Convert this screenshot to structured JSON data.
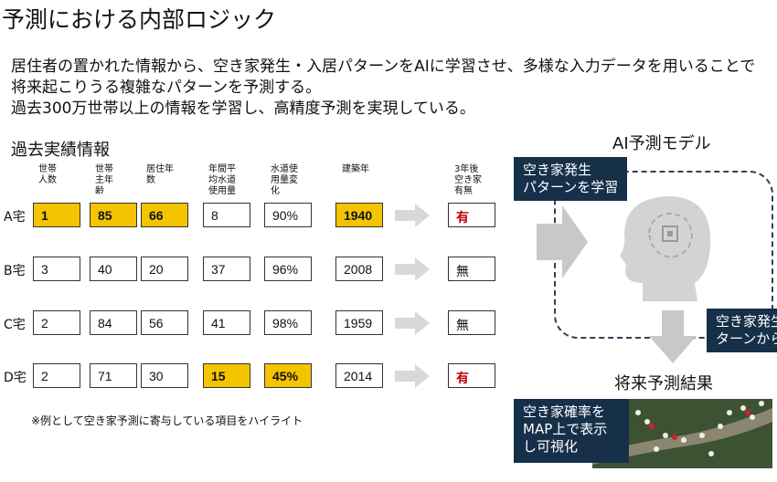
{
  "title": "予測における内部ロジック",
  "intro": [
    "居住者の置かれた情報から、空き家発生・入居パターンをAIに学習させ、多様な入力データを用いることで",
    "将来起こりうる複雑なパターンを予測する。",
    "過去300万世帯以上の情報を学習し、高精度予測を実現している。"
  ],
  "past_label": "過去実績情報",
  "headers": [
    "世帯\n人数",
    "世帯\n主年\n齢",
    "居住年\n数",
    "年間平\n均水道\n使用量",
    "水道使\n用量変\n化",
    "建築年",
    "3年後\n空き家\n有無"
  ],
  "rows": [
    {
      "label": "A宅",
      "values": [
        "1",
        "85",
        "66",
        "8",
        "90%",
        "1940"
      ],
      "highlight": [
        true,
        true,
        true,
        false,
        false,
        true
      ],
      "result": "有"
    },
    {
      "label": "B宅",
      "values": [
        "3",
        "40",
        "20",
        "37",
        "96%",
        "2008"
      ],
      "highlight": [
        false,
        false,
        false,
        false,
        false,
        false
      ],
      "result": "無"
    },
    {
      "label": "C宅",
      "values": [
        "2",
        "84",
        "56",
        "41",
        "98%",
        "1959"
      ],
      "highlight": [
        false,
        false,
        false,
        false,
        false,
        false
      ],
      "result": "無"
    },
    {
      "label": "D宅",
      "values": [
        "2",
        "71",
        "30",
        "15",
        "45%",
        "2014"
      ],
      "highlight": [
        false,
        false,
        false,
        true,
        true,
        false
      ],
      "result": "有"
    }
  ],
  "footnote": "※例として空き家予測に寄与している項目をハイライト",
  "model_title": "AI予測モデル",
  "learn_box": "空き家発生\nパターンを学習",
  "predict_box": "空き家発生\nターンから",
  "result_title": "将来予測結果",
  "map_box": "空き家確率を\nMAP上で表示\nし可視化",
  "colors": {
    "highlight": "#f5c400",
    "navy": "#16304a",
    "red": "#c00000"
  }
}
